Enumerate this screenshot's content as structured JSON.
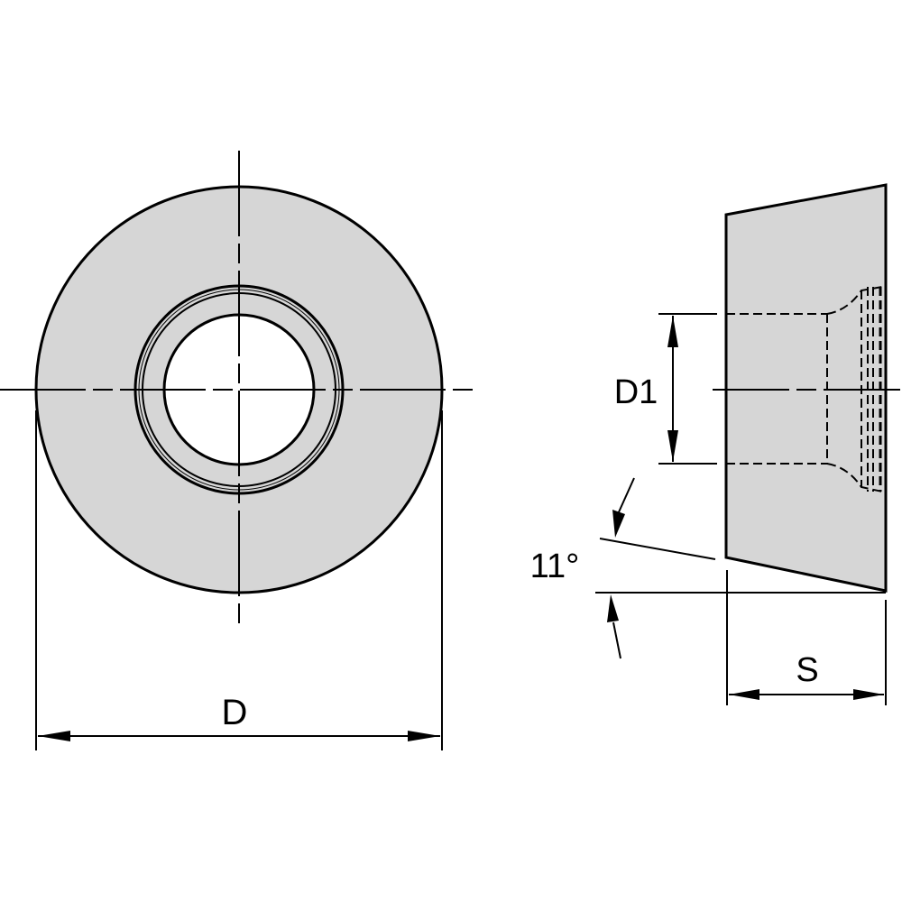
{
  "drawing": {
    "type": "technical-drawing",
    "subject": "round cutting insert with countersunk hole",
    "colors": {
      "fill": "#d6d6d6",
      "line": "#000000",
      "background": "#ffffff"
    },
    "views": {
      "front": {
        "name": "front view"
      },
      "side": {
        "name": "side view"
      }
    },
    "dimensions": {
      "diameter": {
        "label": "D"
      },
      "hole_diameter": {
        "label": "D1"
      },
      "thickness": {
        "label": "S"
      },
      "clearance_angle": {
        "label": "11°"
      }
    }
  }
}
